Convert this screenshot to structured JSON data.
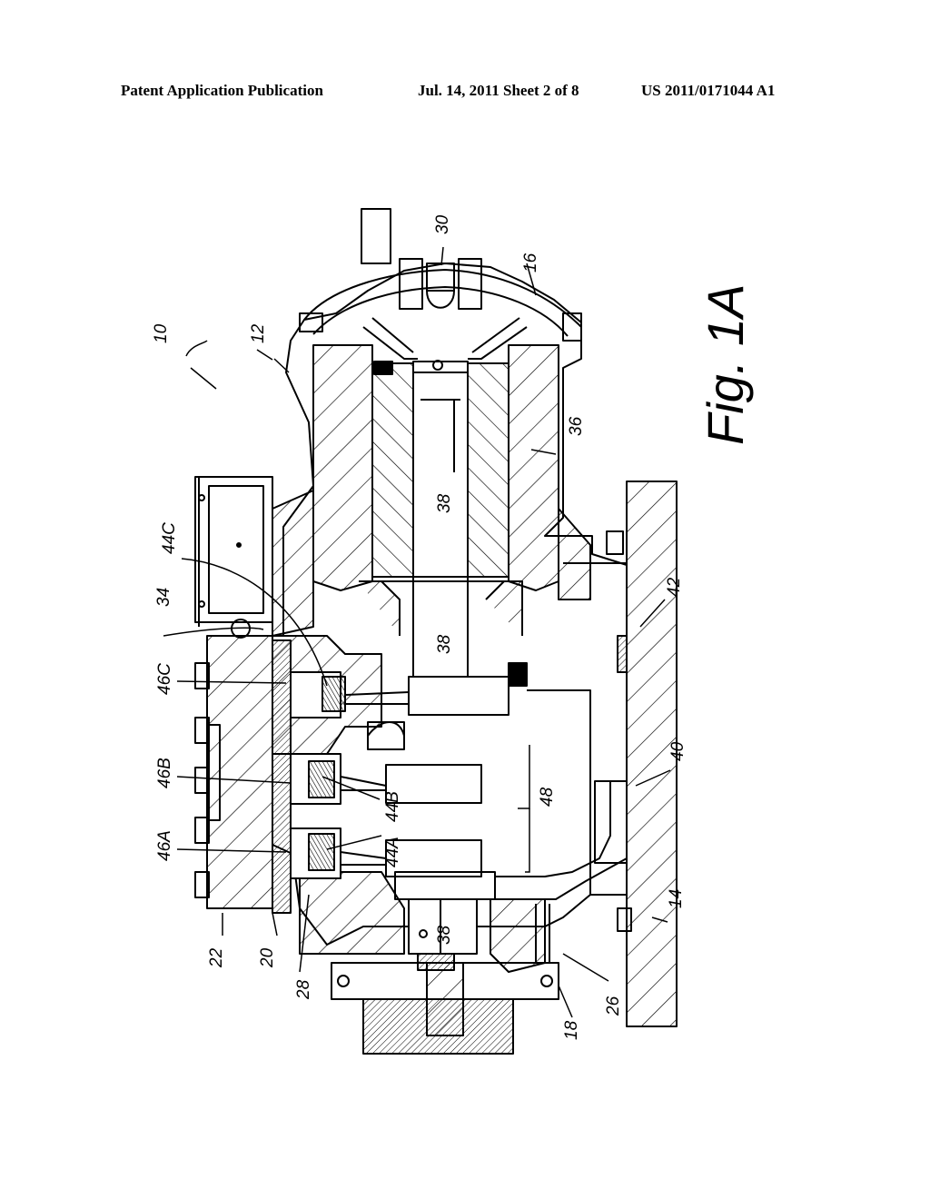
{
  "header": {
    "publication": "Patent Application Publication",
    "date_sheet": "Jul. 14, 2011   Sheet 2 of 8",
    "number": "US 2011/0171044 A1"
  },
  "figure": {
    "caption": "Fig. 1A",
    "labels": {
      "l10": "10",
      "l12": "12",
      "l14": "14",
      "l16": "16",
      "l18": "18",
      "l20": "20",
      "l22": "22",
      "l26": "26",
      "l28": "28",
      "l30": "30",
      "l34": "34",
      "l36": "36",
      "l38a": "38",
      "l38b": "38",
      "l38c": "38",
      "l40": "40",
      "l42": "42",
      "l44a": "44A",
      "l44b": "44B",
      "l44c": "44C",
      "l46a": "46A",
      "l46b": "46B",
      "l46c": "46C",
      "l48": "48"
    }
  }
}
